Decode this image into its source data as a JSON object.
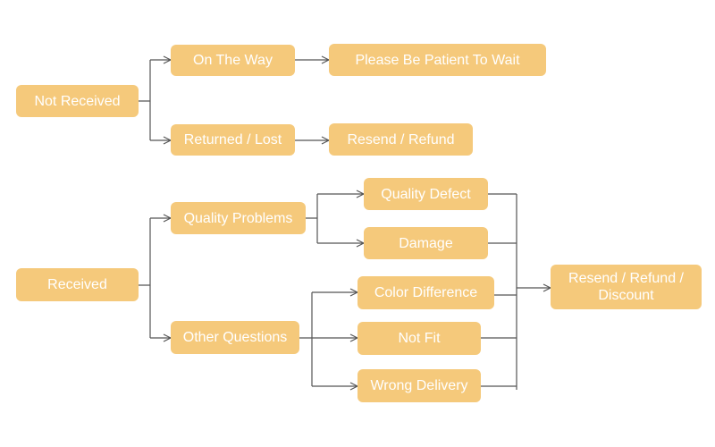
{
  "diagram": {
    "colors": {
      "node_fill": "#F5C97B",
      "node_text": "#FFFFFF",
      "connector": "#555555"
    },
    "nodes": {
      "not_received": "Not Received",
      "on_the_way": "On The Way",
      "please_wait": "Please Be Patient To Wait",
      "returned_lost": "Returned / Lost",
      "resend_refund": "Resend / Refund",
      "received": "Received",
      "quality_problems": "Quality Problems",
      "quality_defect": "Quality Defect",
      "damage": "Damage",
      "other_questions": "Other Questions",
      "color_difference": "Color Difference",
      "not_fit": "Not Fit",
      "wrong_delivery": "Wrong Delivery",
      "resend_refund_discount": "Resend / Refund / Discount"
    },
    "edges": [
      {
        "from": "not_received",
        "to": "on_the_way"
      },
      {
        "from": "not_received",
        "to": "returned_lost"
      },
      {
        "from": "on_the_way",
        "to": "please_wait"
      },
      {
        "from": "returned_lost",
        "to": "resend_refund"
      },
      {
        "from": "received",
        "to": "quality_problems"
      },
      {
        "from": "received",
        "to": "other_questions"
      },
      {
        "from": "quality_problems",
        "to": "quality_defect"
      },
      {
        "from": "quality_problems",
        "to": "damage"
      },
      {
        "from": "other_questions",
        "to": "color_difference"
      },
      {
        "from": "other_questions",
        "to": "not_fit"
      },
      {
        "from": "other_questions",
        "to": "wrong_delivery"
      },
      {
        "from": "quality_defect",
        "to": "resend_refund_discount"
      },
      {
        "from": "damage",
        "to": "resend_refund_discount"
      },
      {
        "from": "color_difference",
        "to": "resend_refund_discount"
      },
      {
        "from": "not_fit",
        "to": "resend_refund_discount"
      },
      {
        "from": "wrong_delivery",
        "to": "resend_refund_discount"
      }
    ]
  }
}
